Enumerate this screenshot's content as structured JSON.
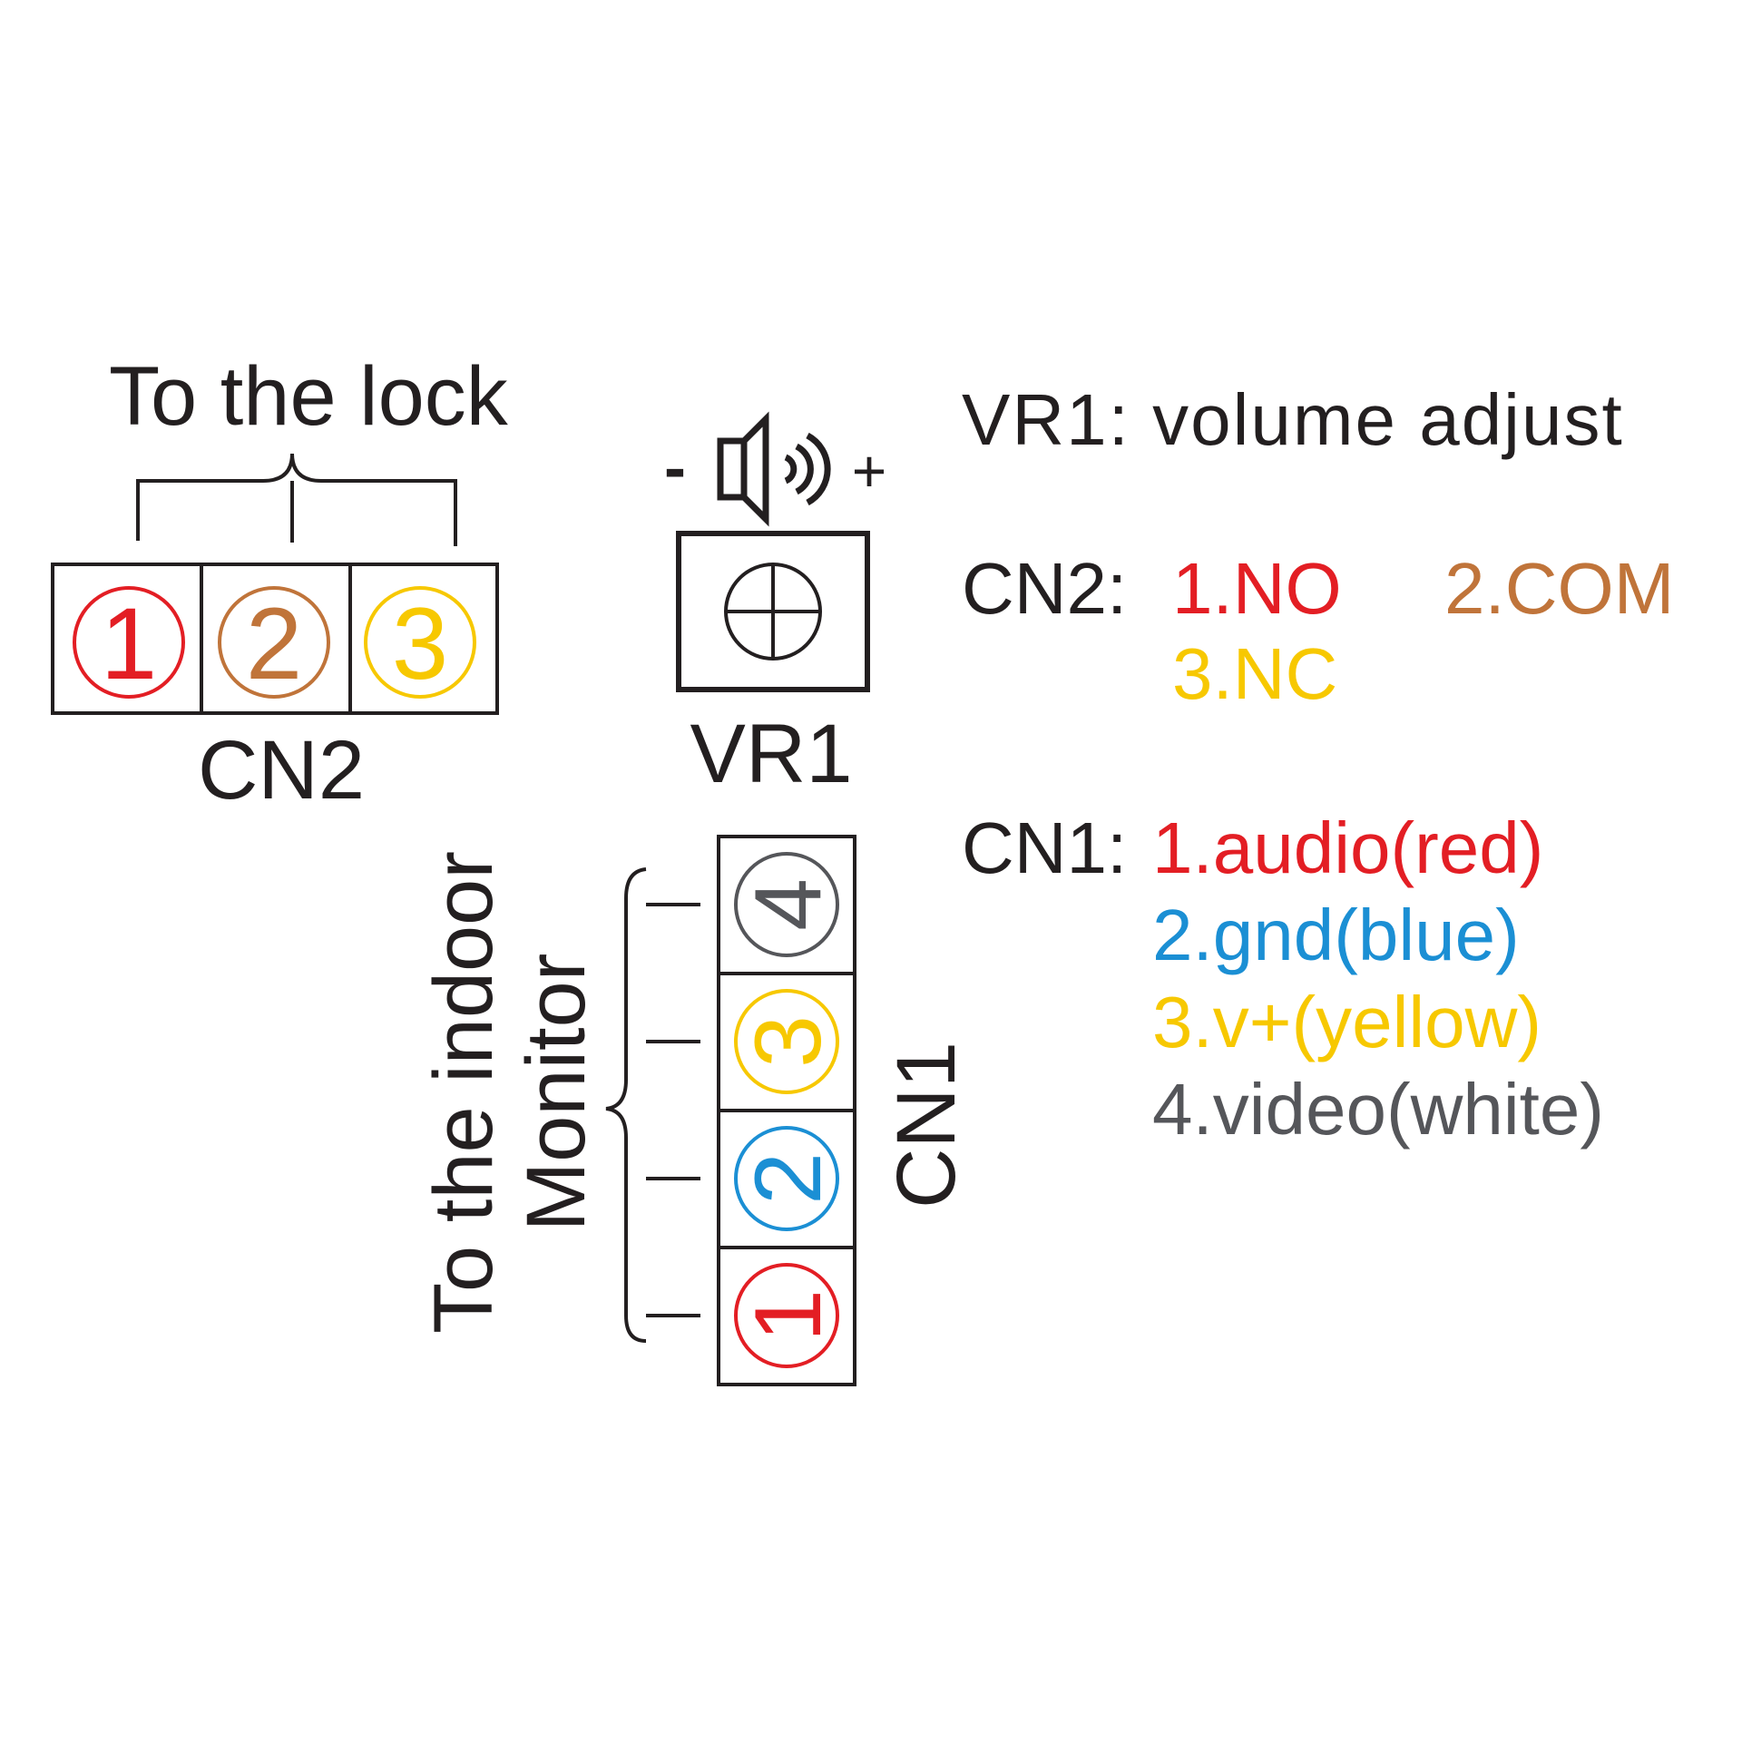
{
  "colors": {
    "black": "#231f20",
    "red": "#e31e24",
    "brown": "#c0743a",
    "yellow": "#f7c800",
    "blue": "#1b8fd4",
    "gray": "#55565a"
  },
  "diagram": {
    "lock_label": "To the lock",
    "cn2_label": "CN2",
    "vr1_label": "VR1",
    "cn1_label": "CN1",
    "monitor_label_line1": "To the indoor",
    "monitor_label_line2": "Monitor",
    "minus": "-",
    "plus": "+",
    "speaker_icon": "speaker-volume-icon",
    "potentiometer_icon": "crosshair-knob-icon",
    "cn2_pins": [
      "1",
      "2",
      "3"
    ],
    "cn1_pins": [
      "4",
      "3",
      "2",
      "1"
    ]
  },
  "legend": {
    "vr1_line": "VR1: volume adjust",
    "cn2_prefix": "CN2:",
    "cn2_items": [
      "1.NO",
      "2.COM",
      "3.NC"
    ],
    "cn1_prefix": "CN1:",
    "cn1_items": [
      "1.audio(red)",
      "2.gnd(blue)",
      "3.v+(yellow)",
      "4.video(white)"
    ]
  }
}
